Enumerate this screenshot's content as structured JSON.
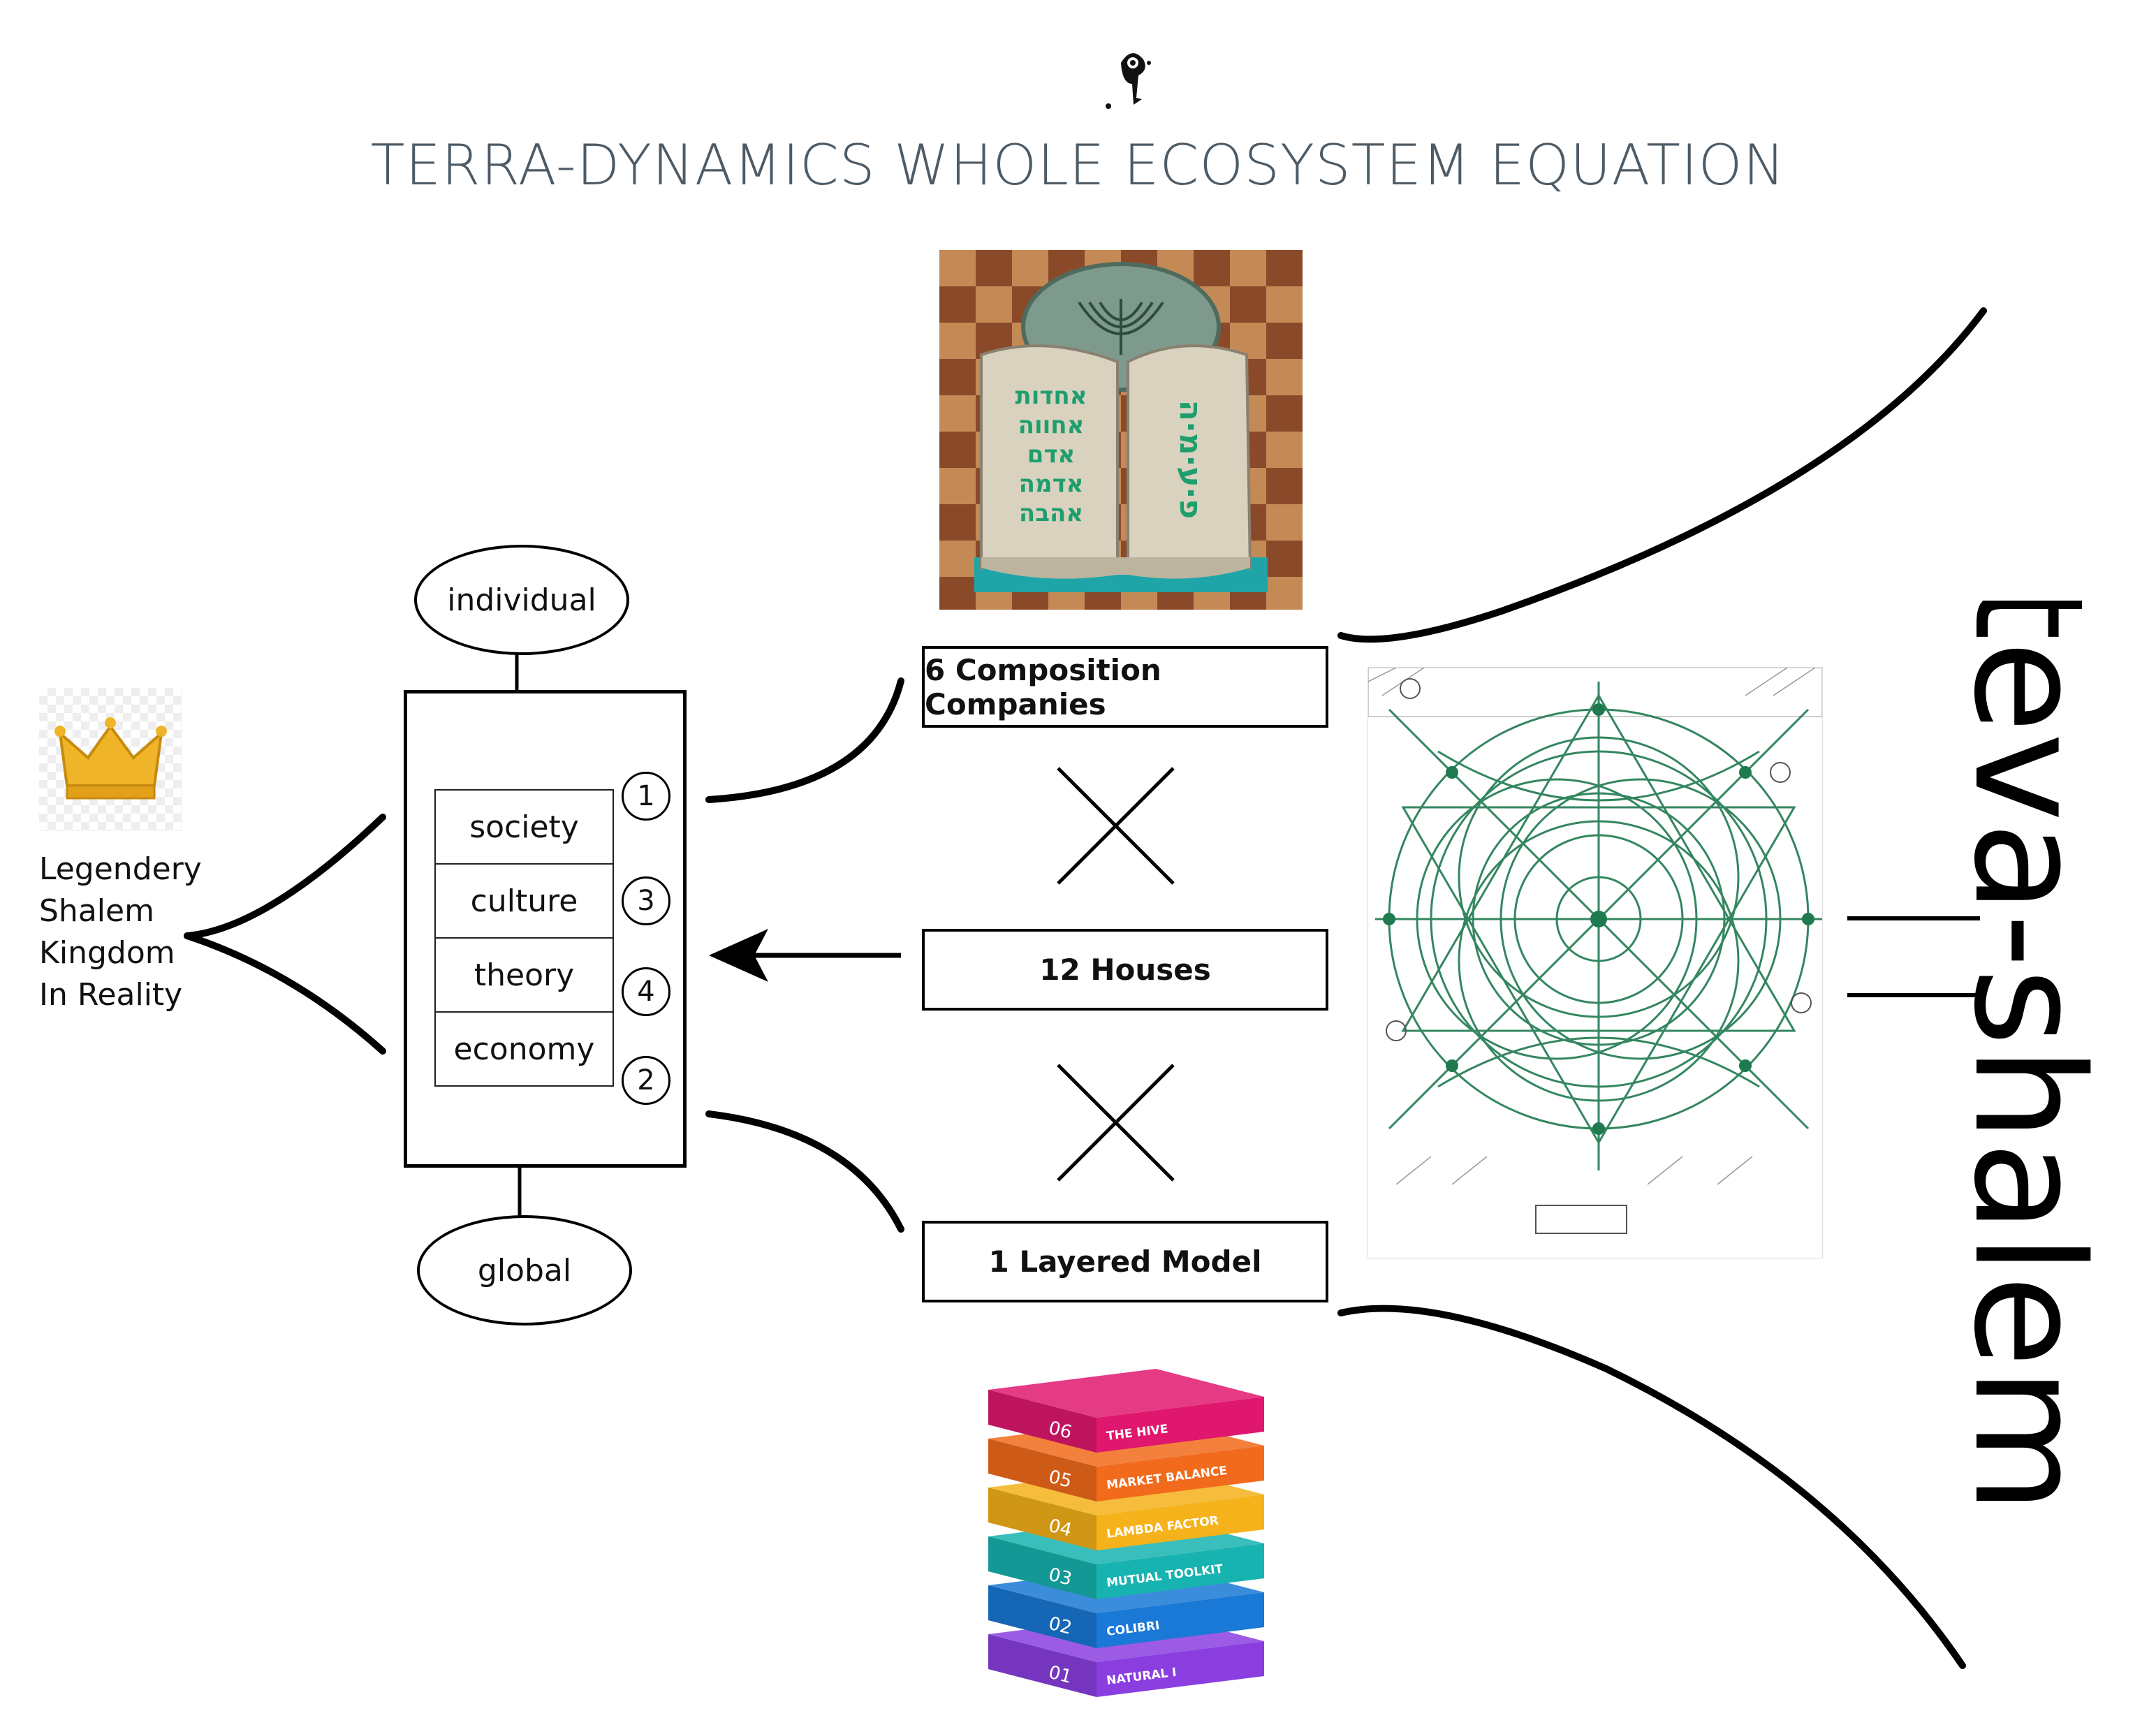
{
  "title": "TERRA-DYNAMICS WHOLE ECOSYSTEM EQUATION",
  "kingdom": {
    "caption_lines": [
      "Legendery",
      "Shalem",
      "Kingdom",
      "In Reality"
    ],
    "crown_color": "#f0b429"
  },
  "left_model": {
    "top_node": "individual",
    "bottom_node": "global",
    "layers": [
      {
        "label": "society",
        "number": "1"
      },
      {
        "label": "culture",
        "number": "3"
      },
      {
        "label": "theory",
        "number": "4"
      },
      {
        "label": "economy",
        "number": "2"
      }
    ]
  },
  "factors": {
    "box1": "6 Composition Companies",
    "box2": "12 Houses",
    "box3": "1 Layered Model"
  },
  "stack": {
    "layers": [
      {
        "num": "06",
        "label": "THE HIVE",
        "color": "#e0176e"
      },
      {
        "num": "05",
        "label": "MARKET BALANCE",
        "color": "#f26a1b"
      },
      {
        "num": "04",
        "label": "LAMBDA FACTOR",
        "color": "#f5b21a"
      },
      {
        "num": "03",
        "label": "MUTUAL TOOLKIT",
        "color": "#17b3b0"
      },
      {
        "num": "02",
        "label": "COLIBRI",
        "color": "#1a78d6"
      },
      {
        "num": "01",
        "label": "NATURAL I",
        "color": "#8a3ee0"
      }
    ]
  },
  "book": {
    "left_page_lines": [
      "אחדות",
      "אחווה",
      "אדם",
      "אדמה",
      "אהבה"
    ],
    "right_page_text": "פ·ע·מ·ה",
    "ink_color": "#1e9e6e"
  },
  "equals_sign": "=",
  "result_text": "teva-shalem"
}
